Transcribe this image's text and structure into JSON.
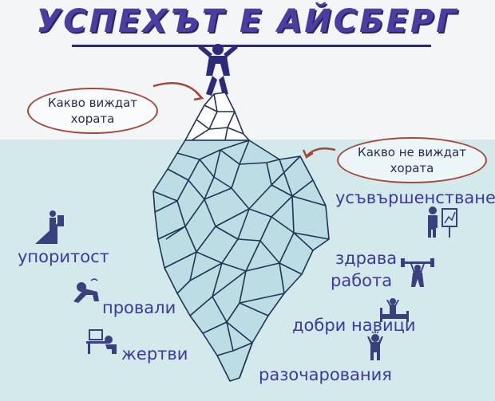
{
  "title": "УСПЕХЪТ Е АЙСБЕРГ",
  "callouts": {
    "visible": {
      "line1": "Какво виждат",
      "line2": "хората"
    },
    "hidden": {
      "line1": "Какво не виждат",
      "line2": "хората"
    }
  },
  "labels": {
    "persistence": "упоритост",
    "failures": "провали",
    "sacrifices": "жертви",
    "perfection": "усъвършенстване",
    "hard_work_1": "здрава",
    "hard_work_2": "работа",
    "good_habits": "добри навици",
    "disappointments": "разочарования"
  },
  "colors": {
    "title": "#4a3fa0",
    "label": "#3e3a9a",
    "callout_border": "#a4473a",
    "water": "#d3e9eb",
    "iceberg_line": "#1f3355"
  }
}
